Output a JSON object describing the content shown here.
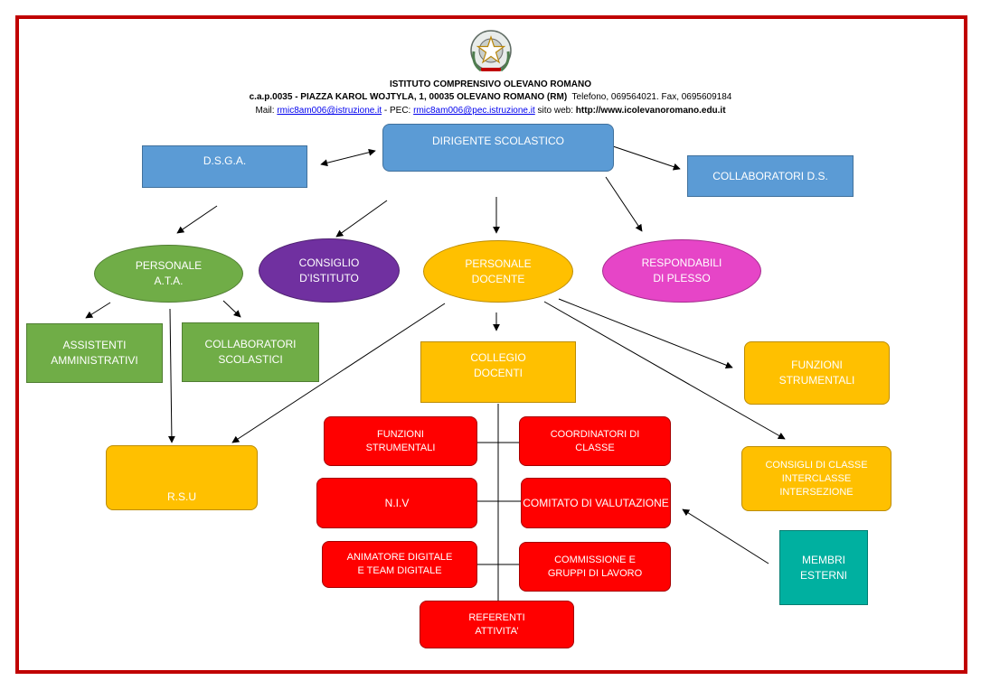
{
  "header": {
    "school_name": "ISTITUTO COMPRENSIVO OLEVANO ROMANO",
    "address": "c.a.p.0035 - PIAZZA KAROL WOJTYLA, 1, 00035 OLEVANO ROMANO (RM)",
    "phone_fax": "Telefono, 069564021. Fax, 0695609184",
    "mail_label": "Mail:",
    "mail": "rmic8am006@istruzione.it",
    "pec_label": "- PEC:",
    "pec": "rmic8am006@pec.istruzione.it",
    "web_label": "sito web:",
    "web": "http://www.icolevanoromano.edu.it"
  },
  "nodes": {
    "dirigente": "DIRIGENTE SCOLASTICO",
    "dsga": "D.S.G.A.",
    "collaboratori_ds": "COLLABORATORI D.S.",
    "personale_ata": "PERSONALE\nA.T.A.",
    "consiglio_istituto": "CONSIGLIO\nD’ISTITUTO",
    "personale_docente": "PERSONALE\nDOCENTE",
    "responsabili_plesso": "RESPONDABILI\nDI PLESSO",
    "assistenti_amministrativi": "ASSISTENTI\nAMMINISTRATIVI",
    "collaboratori_scolastici": "COLLABORATORI\nSCOLASTICI",
    "collegio_docenti": "COLLEGIO\nDOCENTI",
    "funzioni_strumentali_right": "FUNZIONI\nSTRUMENTALI",
    "rsu": "R.S.U",
    "funzioni_strumentali_red": "FUNZIONI\nSTRUMENTALI",
    "coordinatori_classe": "COORDINATORI DI\nCLASSE",
    "consigli_classe": "CONSIGLI DI CLASSE\nINTERCLASSE\nINTERSEZIONE",
    "niv": "N.I.V",
    "comitato_valutazione": "COMITATO DI VALUTAZIONE",
    "animatore_digitale": "ANIMATORE DIGITALE\nE TEAM DIGITALE",
    "commissione_gruppi": "COMMISSIONE E\nGRUPPI DI LAVORO",
    "membri_esterni": "MEMBRI\nESTERNI",
    "referenti_attivita": "REFERENTI\nATTIVITA’"
  },
  "colors": {
    "frame": "#c00000",
    "blue": "#5b9bd5",
    "green": "#70ad47",
    "purple": "#7030a0",
    "orange": "#ffc000",
    "pink": "#e645c7",
    "red": "#ff0000",
    "teal": "#00b0a0"
  },
  "icons": {
    "emblem": "italian-republic-emblem"
  }
}
